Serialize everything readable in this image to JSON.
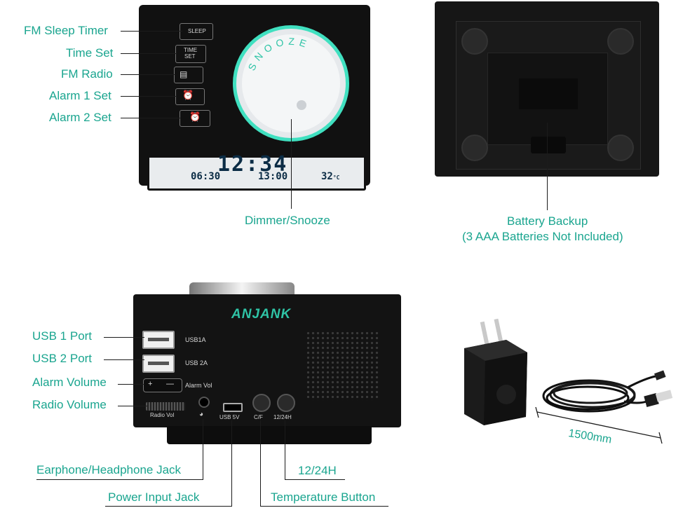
{
  "top_left": {
    "labels": {
      "sleep": "FM Sleep Timer",
      "time_set": "Time Set",
      "fm_radio": "FM Radio",
      "alarm1": "Alarm 1 Set",
      "alarm2": "Alarm 2 Set",
      "dimmer": "Dimmer/Snooze"
    },
    "buttons": {
      "sleep": "SLEEP",
      "time_set_1": "TIME",
      "time_set_2": "SET"
    },
    "knob_text": "SNOOZE",
    "lcd": {
      "time": "12:34",
      "alarm1": "06:30",
      "alarm2": "13:00",
      "temp": "32",
      "temp_unit": "°C"
    }
  },
  "top_right": {
    "battery_line1": "Battery Backup",
    "battery_line2": "(3 AAA Batteries Not Included)"
  },
  "bottom_left": {
    "brand": "ANJANK",
    "labels": {
      "usb1": "USB 1 Port",
      "usb2": "USB 2 Port",
      "alarm_volume": "Alarm Volume",
      "radio_volume": "Radio Volume",
      "earphone": "Earphone/Headphone Jack",
      "power": "Power Input Jack",
      "temperature": "Temperature Button",
      "h1224": "12/24H"
    },
    "panel": {
      "usb1": "USB1A",
      "usb2": "USB 2A",
      "alarm_vol": "Alarm Vol",
      "plus": "+",
      "minus": "—",
      "radio_vol": "Radio Vol",
      "usb5v": "USB 5V",
      "cf": "C/F",
      "h1224": "12/24H"
    }
  },
  "bottom_right": {
    "cable_length": "1500mm"
  },
  "colors": {
    "accent": "#1aa58f",
    "device": "#141414",
    "glow": "#40e0c0"
  }
}
